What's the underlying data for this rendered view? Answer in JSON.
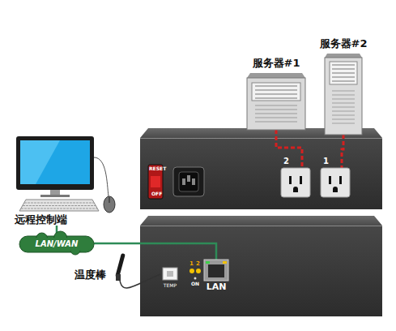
{
  "diagram": {
    "nodes": [
      {
        "text": [
          "服务器#1"
        ]
      },
      {
        "text": [
          "服务器#2"
        ]
      },
      {
        "text": [
          "2"
        ]
      },
      {
        "text": [
          "1"
        ]
      },
      {
        "text": [
          "远程控制端"
        ]
      },
      {
        "text": [
          "LAN/WAN"
        ]
      },
      {
        "text": [
          "温度棒"
        ]
      },
      {
        "text": [
          "TEMP"
        ]
      },
      {
        "text": [
          "LAN"
        ]
      }
    ],
    "edges": [
      {
        "from": 0,
        "to": 2,
        "arrow": "none"
      },
      {
        "from": 1,
        "to": 3,
        "arrow": "none"
      },
      {
        "from": 4,
        "to": 5,
        "arrow": "none"
      },
      {
        "from": 5,
        "to": 8,
        "arrow": "none"
      },
      {
        "from": 6,
        "to": 7,
        "arrow": "none"
      }
    ],
    "labels": [
      "RESET",
      "OFF",
      "1",
      "2",
      "ON"
    ]
  }
}
